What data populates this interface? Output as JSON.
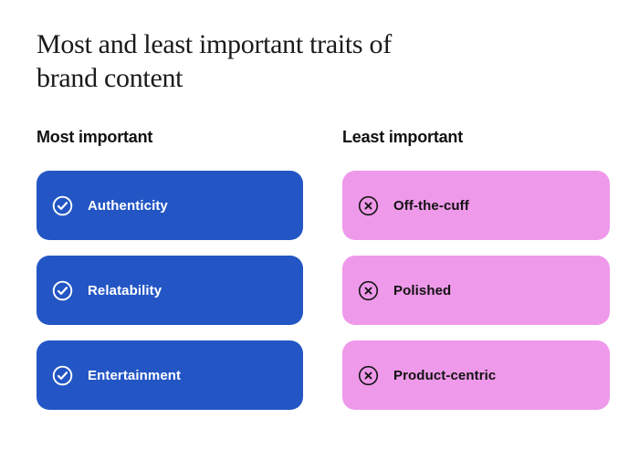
{
  "title": {
    "full": "Most and least important traits of brand content",
    "lines": [
      "Most and least important traits of",
      "brand content"
    ]
  },
  "colors": {
    "most_pill": "#2356c4",
    "least_pill": "#ef99ea",
    "most_text": "#ffffff",
    "least_text": "#121212",
    "title_text": "#1a1a1a",
    "background": "#ffffff"
  },
  "columns": [
    {
      "id": "most-important",
      "header": "Most important",
      "icon": "check-circle-icon",
      "items": [
        {
          "label": "Authenticity"
        },
        {
          "label": "Relatability"
        },
        {
          "label": "Entertainment"
        }
      ]
    },
    {
      "id": "least-important",
      "header": "Least important",
      "icon": "x-circle-icon",
      "items": [
        {
          "label": "Off-the-cuff"
        },
        {
          "label": "Polished"
        },
        {
          "label": "Product-centric"
        }
      ]
    }
  ]
}
